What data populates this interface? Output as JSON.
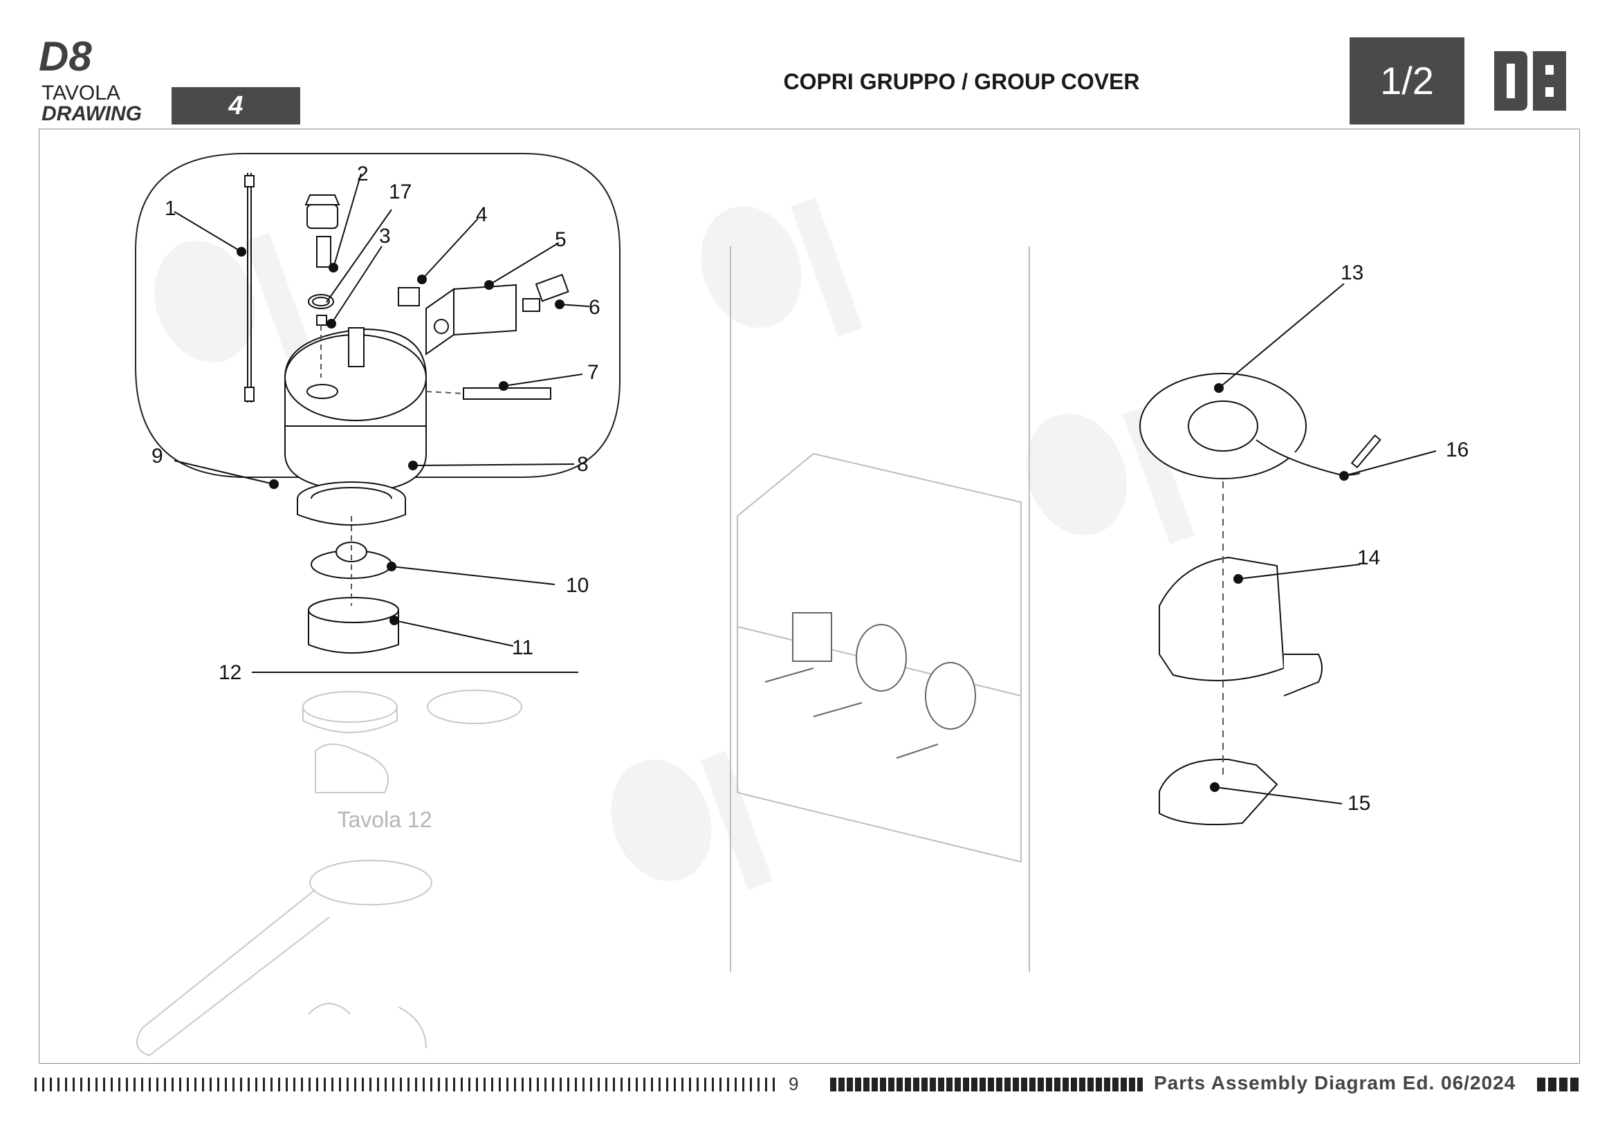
{
  "header": {
    "model": "D8",
    "tavola_label": "TAVOLA",
    "drawing_label": "DRAWING",
    "drawing_number": "4",
    "title": "COPRI GRUPPO / GROUP COVER",
    "page_indicator": "1/2",
    "logo_text": "D8"
  },
  "callouts": {
    "c1": "1",
    "c2": "2",
    "c3": "3",
    "c4": "4",
    "c5": "5",
    "c6": "6",
    "c7": "7",
    "c8": "8",
    "c9": "9",
    "c10": "10",
    "c11": "11",
    "c12": "12",
    "c13": "13",
    "c14": "14",
    "c15": "15",
    "c16": "16",
    "c17": "17"
  },
  "reference": {
    "tavola_12": "Tavola 12"
  },
  "footer": {
    "page_number": "9",
    "edition": "Parts Assembly Diagram Ed. 06/2024"
  },
  "colors": {
    "header_box": "#4a4a4a",
    "line": "#111111",
    "ghost": "#c8c8c8"
  }
}
